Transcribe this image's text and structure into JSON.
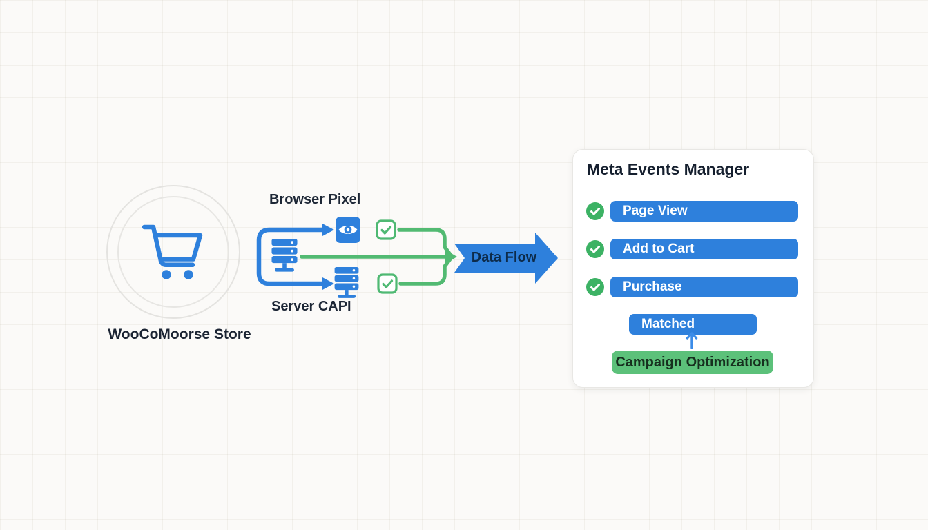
{
  "colors": {
    "blue": "#2e80dc",
    "green_line": "#52ba72",
    "check_green": "#3cb264",
    "campaign_green": "#5cc17a",
    "text_dark": "#1b2433",
    "card_bg": "#ffffff",
    "canvas_bg": "#fbfaf8"
  },
  "icons": {
    "store": "shopping-cart-icon",
    "browser_pixel": "eye-icon",
    "server": "server-rack-icon",
    "verified": "checkbox-check-icon",
    "event_status": "circle-check-icon",
    "data_flow": "block-arrow-right-icon",
    "feedback": "arrow-up-icon"
  },
  "store": {
    "label": "WooCoMoorse Store"
  },
  "pipeline": {
    "browser_pixel_label": "Browser Pixel",
    "server_capi_label": "Server CAPI"
  },
  "flow_arrow": {
    "label": "Data Flow"
  },
  "events_manager": {
    "title": "Meta Events Manager",
    "events": [
      {
        "label": "Page View",
        "verified": true
      },
      {
        "label": "Add to Cart",
        "verified": true
      },
      {
        "label": "Purchase",
        "verified": true
      }
    ],
    "matched_label": "Matched",
    "campaign_label": "Campaign Optimization"
  }
}
